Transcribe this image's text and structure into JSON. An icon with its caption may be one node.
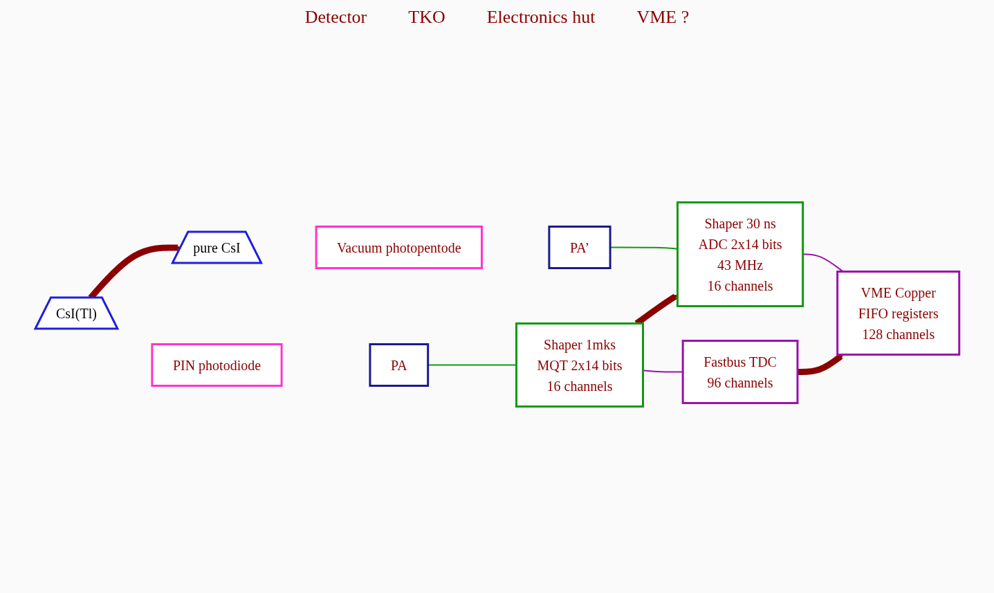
{
  "diagram": {
    "nodes": [
      {
        "text": [
          "CsI(Tl)"
        ]
      },
      {
        "text": [
          "PIN photodiode"
        ]
      },
      {
        "text": [
          "PA"
        ]
      },
      {
        "text": [
          "Shaper 1mks",
          "MQT 2x14 bits",
          "16 channels"
        ]
      },
      {
        "text": [
          "Fastbus TDC",
          "96 channels"
        ]
      },
      {
        "text": [
          "pure CsI"
        ]
      },
      {
        "text": [
          "Vacuum photopentode"
        ]
      },
      {
        "text": [
          "PA’"
        ]
      },
      {
        "text": [
          "Shaper 30 ns",
          "ADC 2x14 bits",
          "43 MHz",
          "16 channels"
        ]
      },
      {
        "text": [
          "VME Copper",
          "FIFO registers",
          "128 channels"
        ]
      }
    ],
    "edges": [
      {
        "from": 2,
        "to": 3,
        "arrow": "none",
        "color": "#119911"
      },
      {
        "from": 3,
        "to": 4,
        "arrow": "none",
        "color": "#9911aa"
      },
      {
        "from": 7,
        "to": 8,
        "arrow": "none",
        "color": "#119911"
      },
      {
        "from": 8,
        "to": 9,
        "arrow": "none",
        "color": "#9911aa"
      },
      {
        "from": 0,
        "to": 5,
        "arrow": "to",
        "style": "thick",
        "color": "#8b0000"
      },
      {
        "from": 3,
        "to": 8,
        "arrow": "to",
        "style": "thick",
        "color": "#8b0000"
      },
      {
        "from": 4,
        "to": 9,
        "arrow": "to",
        "style": "thick",
        "color": "#8b0000"
      }
    ],
    "labels": [
      "Detector",
      "TKO",
      "Electronics hut",
      "VME ?"
    ]
  }
}
